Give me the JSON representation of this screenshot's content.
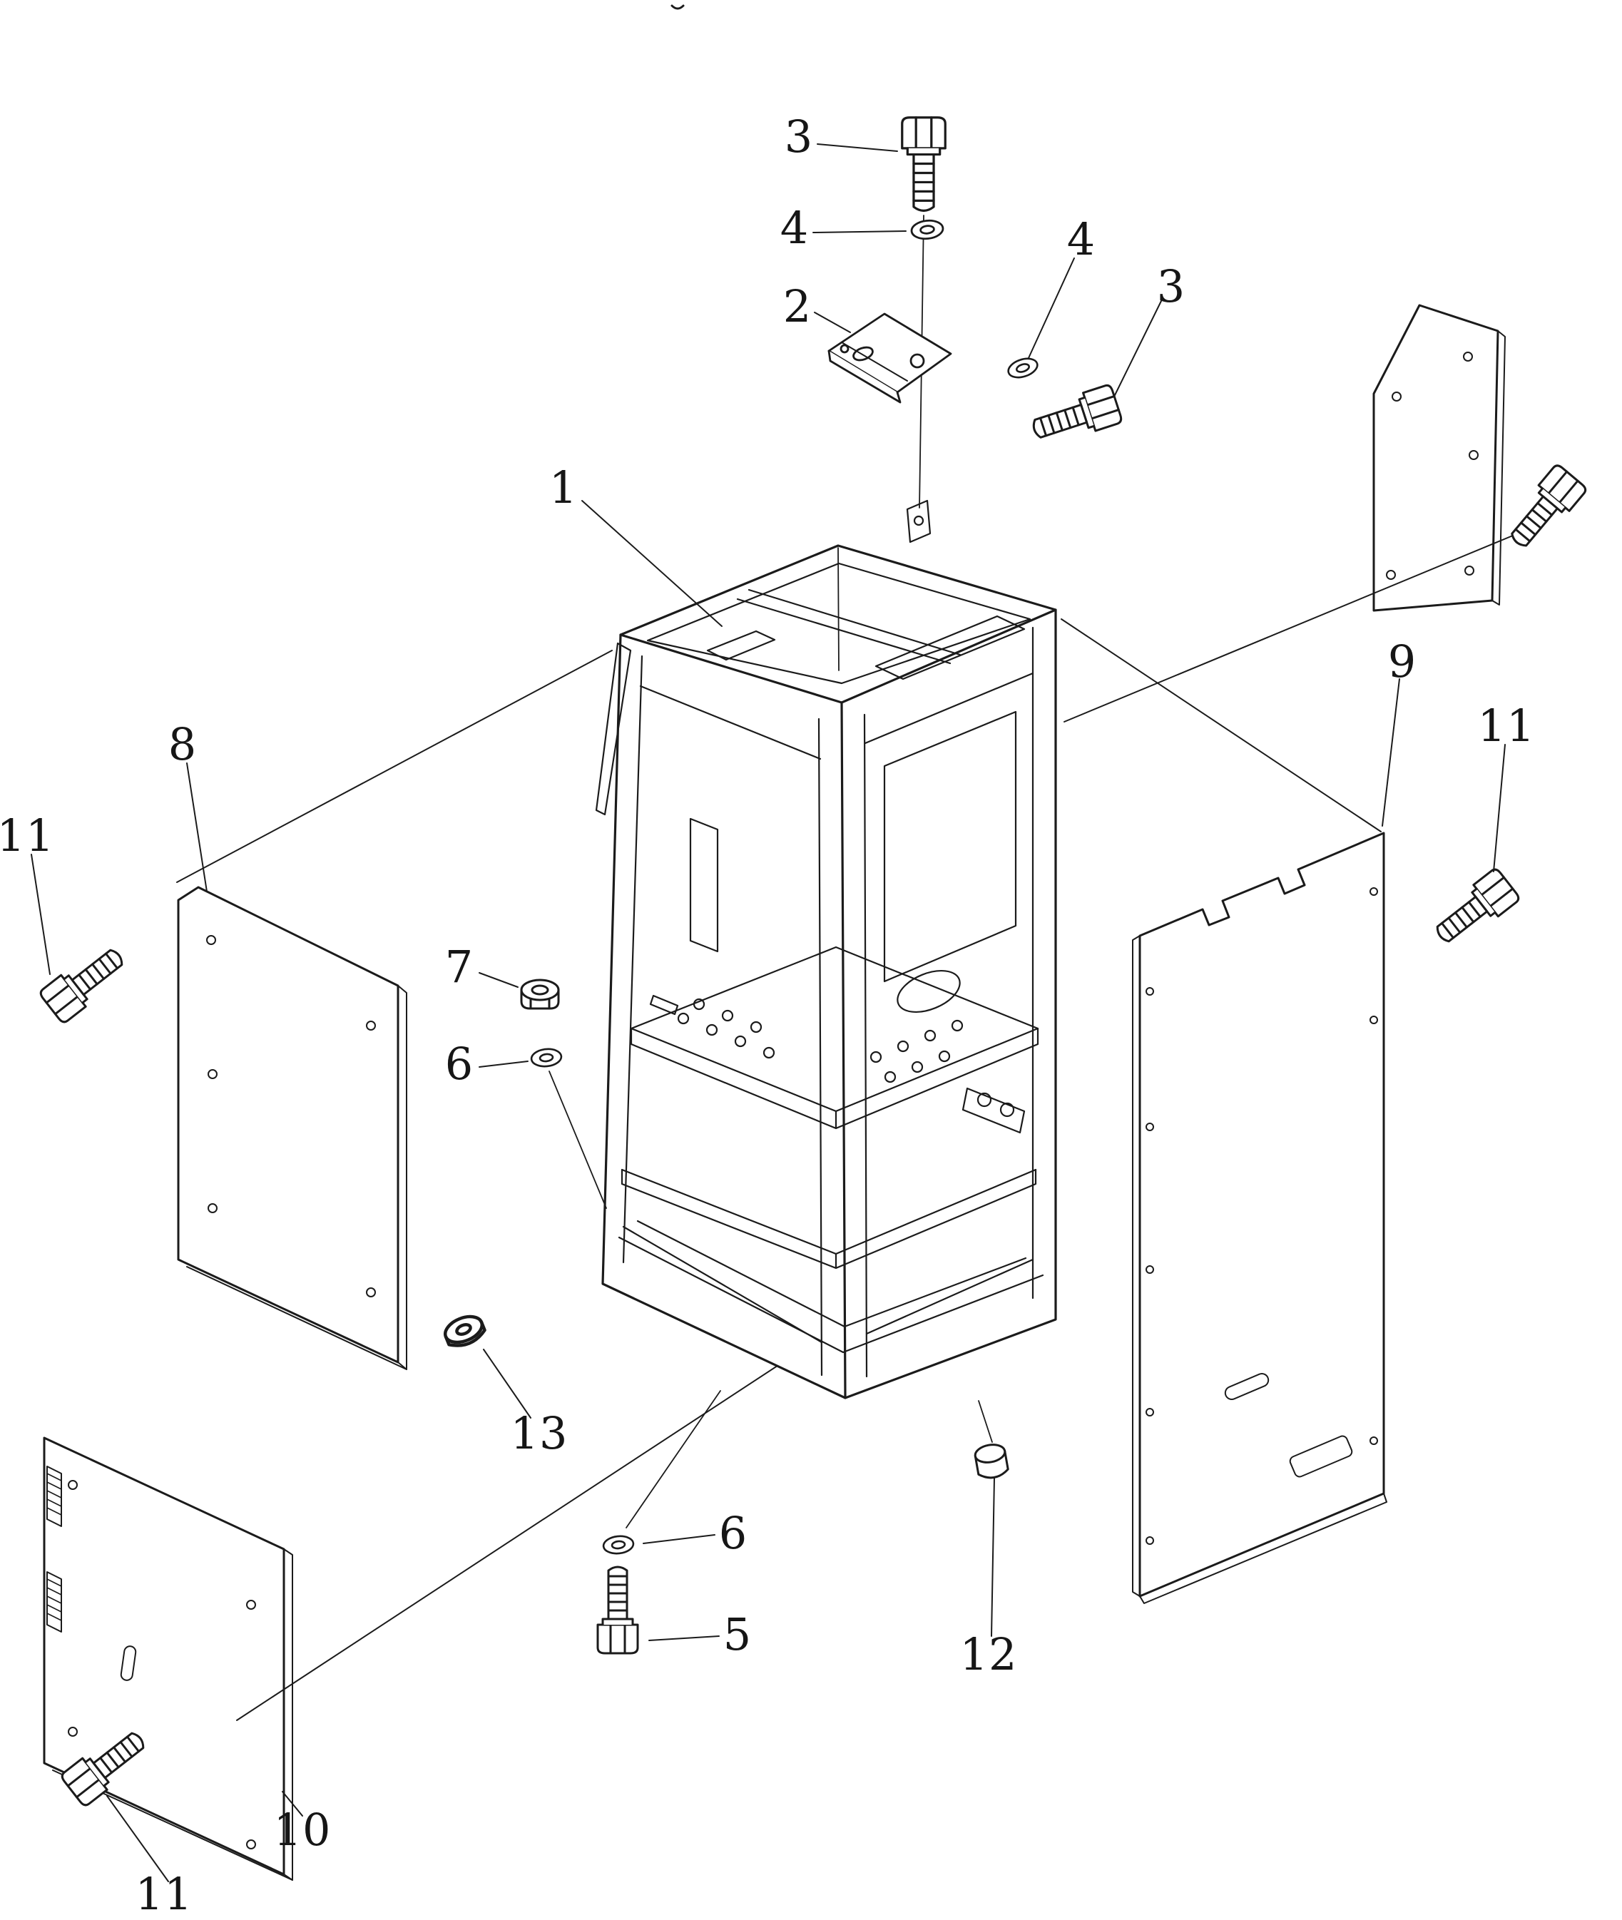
{
  "figure": {
    "type": "exploded-parts-diagram",
    "background_color": "#ffffff",
    "line_color": "#1b1b1b"
  },
  "callouts": [
    {
      "label": "3"
    },
    {
      "label": "4"
    },
    {
      "label": "2"
    },
    {
      "label": "4"
    },
    {
      "label": "3"
    },
    {
      "label": "1"
    },
    {
      "label": "9"
    },
    {
      "label": "11"
    },
    {
      "label": "8"
    },
    {
      "label": "11"
    },
    {
      "label": "7"
    },
    {
      "label": "6"
    },
    {
      "label": "13"
    },
    {
      "label": "6"
    },
    {
      "label": "5"
    },
    {
      "label": "12"
    },
    {
      "label": "10"
    },
    {
      "label": "11"
    }
  ]
}
